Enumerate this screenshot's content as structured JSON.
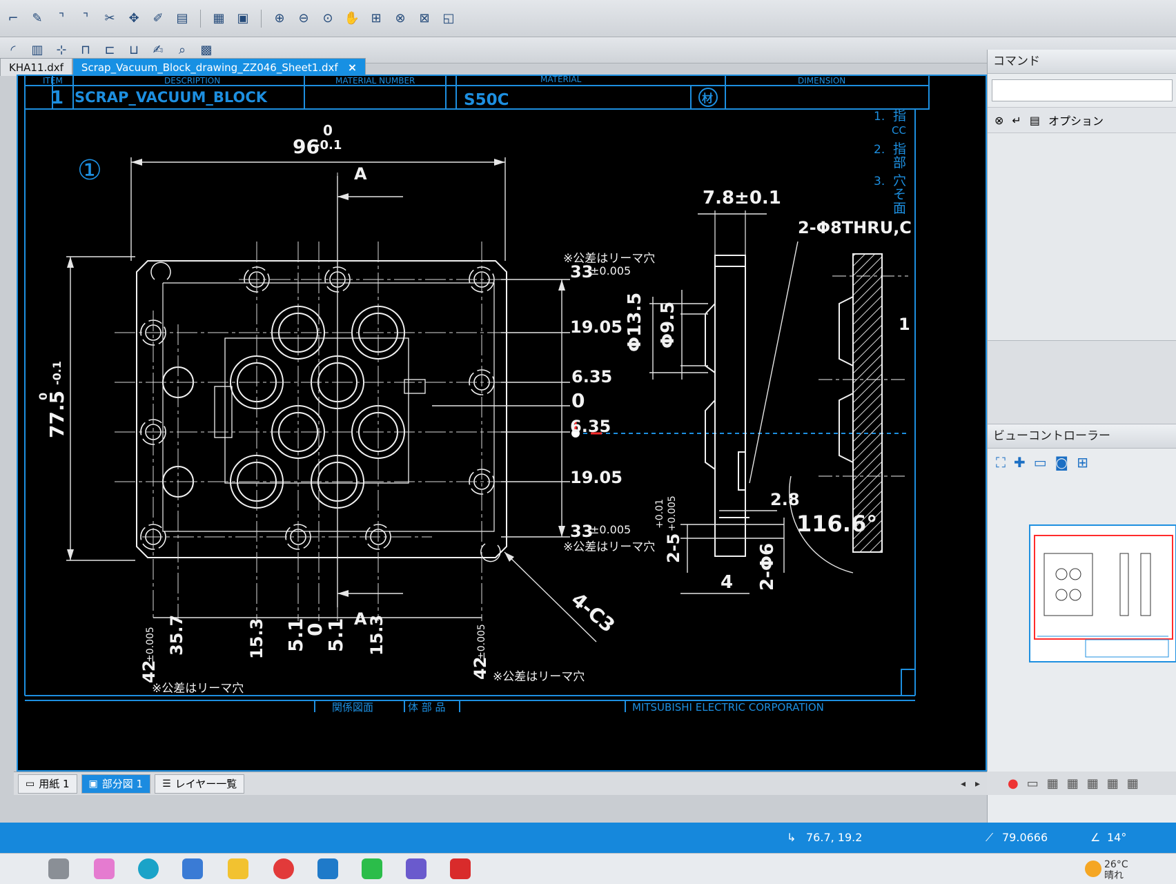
{
  "tabs": [
    {
      "label": "KHA11.dxf",
      "active": false
    },
    {
      "label": "Scrap_Vacuum_Block_drawing_ZZ046_Sheet1.dxf",
      "active": true
    }
  ],
  "tab_close_glyph": "×",
  "title_block": {
    "headers": [
      "ITEM",
      "DESCRIPTION",
      "MATERIAL NUMBER",
      "MATERIAL",
      "DIMENSION"
    ],
    "item": "1",
    "description": "SCRAP_VACUUM_BLOCK",
    "material": "S50C",
    "material_mark": "材"
  },
  "drawing": {
    "part_number_mark": "①",
    "width_dim": "96",
    "width_tol_upper": "0",
    "width_tol_lower": "-0.1",
    "height_dim": "77.5",
    "height_tol_upper": "0",
    "height_tol_lower": "-0.1",
    "section_label": "A",
    "right_dims": [
      "33",
      "19.05",
      "6.35",
      "0",
      "6.35",
      "19.05",
      "33"
    ],
    "right_tol": "±0.005",
    "reamer_note": "※公差はリーマ穴",
    "bottom_dims": [
      "42",
      "35.7",
      "15.3",
      "5.1",
      "0",
      "5.1",
      "15.3",
      "42"
    ],
    "bottom_tol": "±0.005",
    "chamfer_note": "4-C3",
    "side_width": "7.8±0.1",
    "bore_big": "Φ13.5",
    "bore_small": "Φ9.5",
    "thru_note": "2-Φ8THRU,C",
    "depth_2_8": "2.8",
    "angle": "116.6°",
    "dim_4": "4",
    "dim_2_6": "2-Φ6",
    "dim_2_5": "2-5",
    "tol_2_5_upper": "+0.01",
    "tol_2_5_lower": "+0.005",
    "dim_1": "1",
    "notes": [
      {
        "num": "1.",
        "text": "指",
        "text2": "CC"
      },
      {
        "num": "2.",
        "text": "指",
        "text2": "部"
      },
      {
        "num": "3.",
        "text": "穴",
        "text2": "そ",
        "text3": "面"
      }
    ],
    "bottom_block": [
      "関係図面",
      "体 部 品"
    ],
    "company": "MITSUBISHI ELECTRIC CORPORATION"
  },
  "bottom_tabs": [
    {
      "label": "用紙 1",
      "active": false
    },
    {
      "label": "部分図 1",
      "active": true
    },
    {
      "label": "レイヤー一覧",
      "active": false
    }
  ],
  "right_panel": {
    "command_title": "コマンド",
    "options_label": "オプション",
    "view_controller_title": "ビューコントローラー"
  },
  "status": {
    "coords": "76.7, 19.2",
    "length": "79.0666",
    "angle": "14°"
  },
  "weather": {
    "temp": "26°C",
    "condition": "晴れ"
  },
  "colors": {
    "line": "#f2f2f2",
    "dim_line": "#e6e6e6",
    "title_blue": "#1d8fe0",
    "status_blue": "#1688dc",
    "accent_red": "#ff2b2b"
  }
}
